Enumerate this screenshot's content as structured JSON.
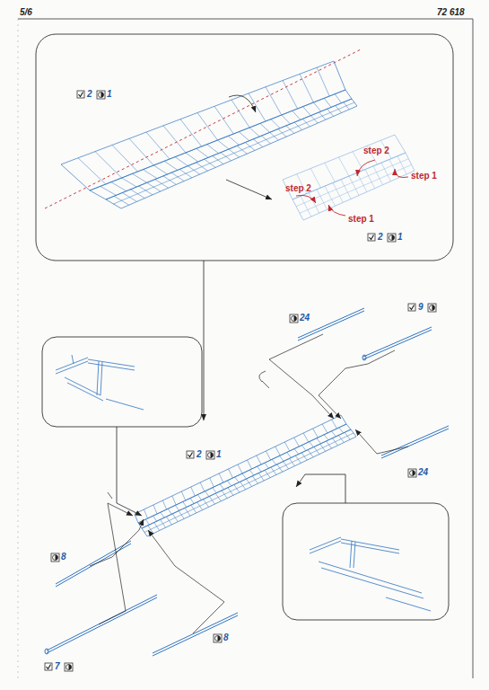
{
  "diagram": {
    "labels": [
      "5/6",
      "72 618",
      "2",
      "1",
      "step 2",
      "step 1",
      "step 2",
      "step 1",
      "2",
      "1",
      "24",
      "9",
      "2",
      "1",
      "24",
      "8",
      "8",
      "7"
    ]
  }
}
